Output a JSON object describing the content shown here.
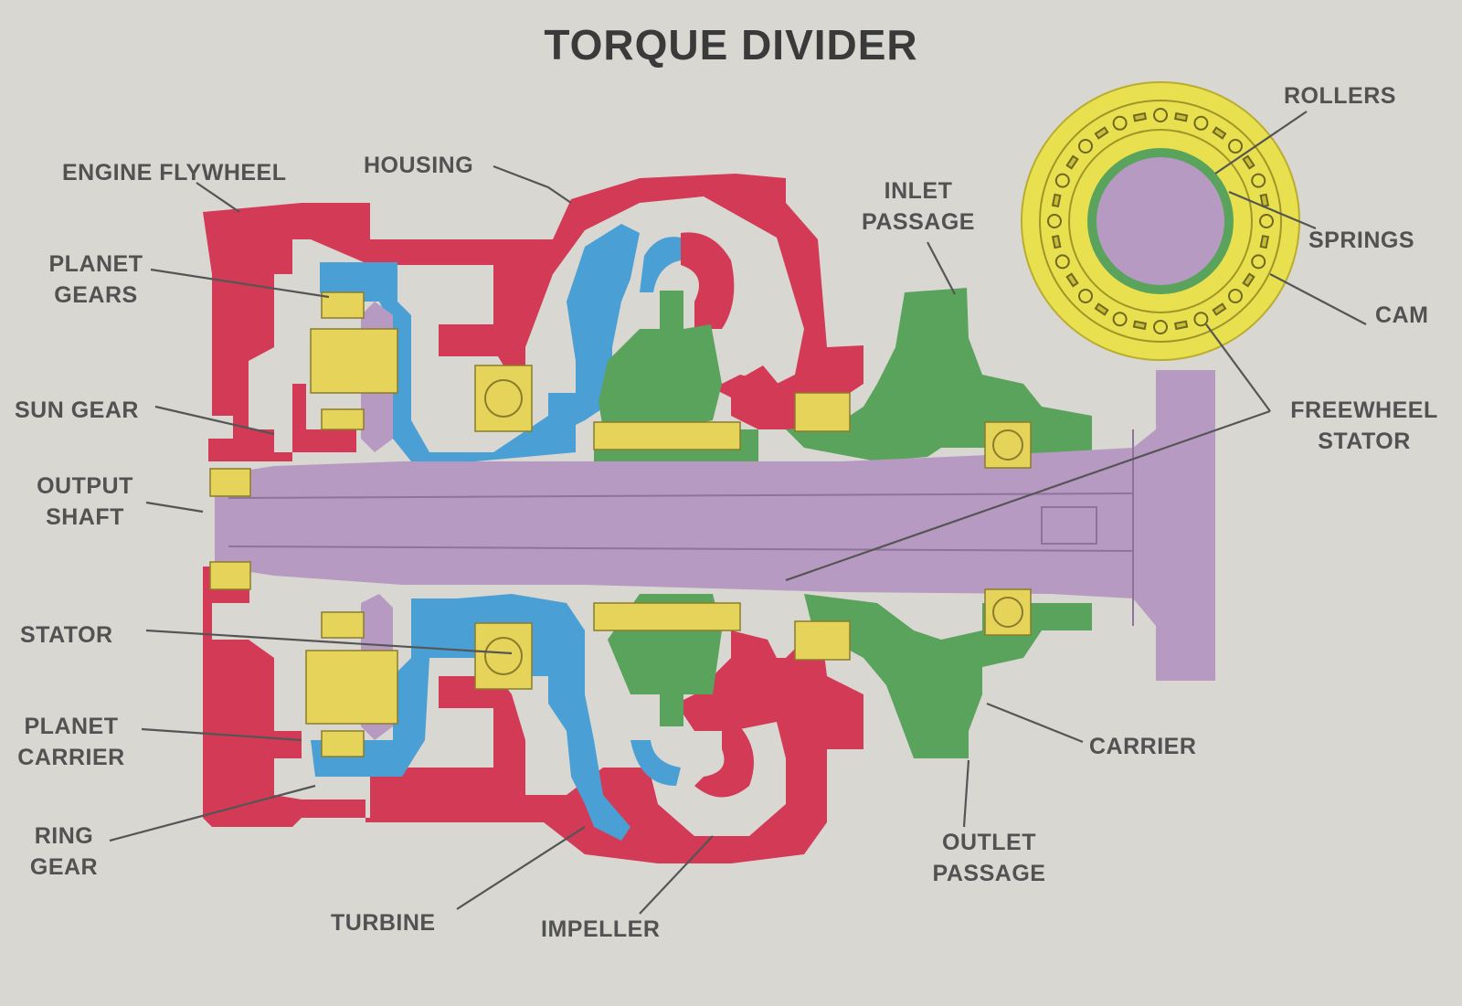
{
  "title": "TORQUE DIVIDER",
  "labels": {
    "engine_flywheel": "ENGINE FLYWHEEL",
    "housing": "HOUSING",
    "planet_gears": [
      "PLANET",
      "GEARS"
    ],
    "sun_gear": "SUN GEAR",
    "output_shaft": [
      "OUTPUT",
      "SHAFT"
    ],
    "stator": "STATOR",
    "planet_carrier": [
      "PLANET",
      "CARRIER"
    ],
    "ring_gear": [
      "RING",
      "GEAR"
    ],
    "turbine": "TURBINE",
    "impeller": "IMPELLER",
    "inlet_passage": [
      "INLET",
      "PASSAGE"
    ],
    "outlet_passage": [
      "OUTLET",
      "PASSAGE"
    ],
    "carrier": "CARRIER",
    "rollers": "ROLLERS",
    "springs": "SPRINGS",
    "cam": "CAM",
    "freewheel_stator": [
      "FREEWHEEL",
      "STATOR"
    ]
  },
  "colors": {
    "background": "#d9d7d2",
    "housing_red": "#d23a55",
    "turbine_blue": "#4a9fd4",
    "stator_green": "#5aa35c",
    "shaft_purple": "#b79ac2",
    "bearing_yellow": "#e6d45a",
    "label_text": "#525252"
  }
}
